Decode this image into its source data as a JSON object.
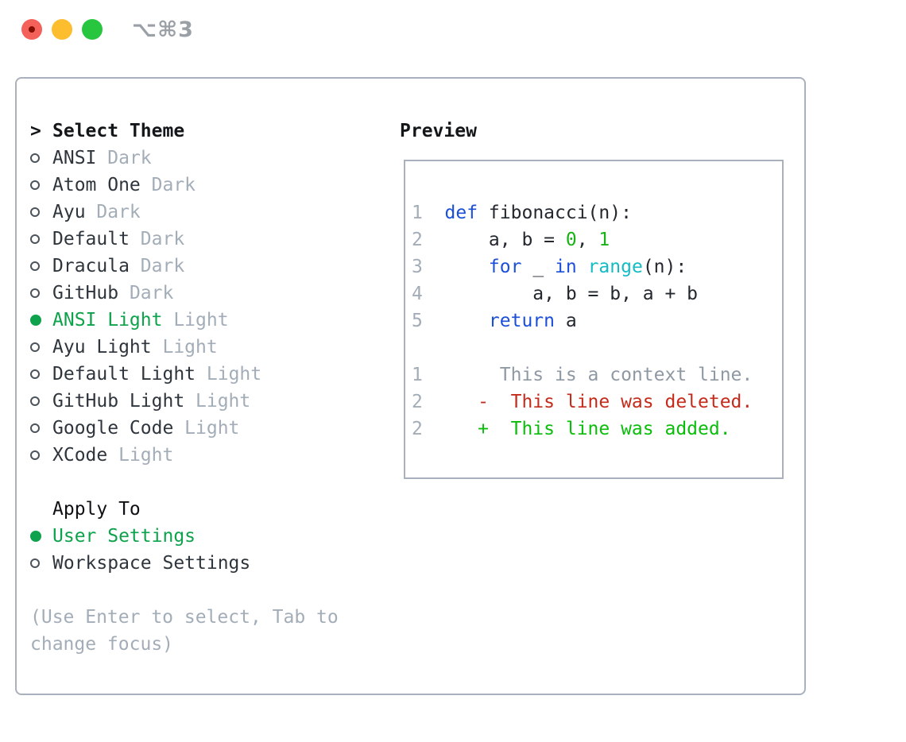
{
  "titlebar": {
    "title": "⌥⌘3"
  },
  "left": {
    "heading_marker": ">",
    "heading": "Select Theme",
    "themes": [
      {
        "name": "ANSI",
        "tag": "Dark",
        "selected": false
      },
      {
        "name": "Atom One",
        "tag": "Dark",
        "selected": false
      },
      {
        "name": "Ayu",
        "tag": "Dark",
        "selected": false
      },
      {
        "name": "Default",
        "tag": "Dark",
        "selected": false
      },
      {
        "name": "Dracula",
        "tag": "Dark",
        "selected": false
      },
      {
        "name": "GitHub",
        "tag": "Dark",
        "selected": false
      },
      {
        "name": "ANSI Light",
        "tag": "Light",
        "selected": true
      },
      {
        "name": "Ayu Light",
        "tag": "Light",
        "selected": false
      },
      {
        "name": "Default Light",
        "tag": "Light",
        "selected": false
      },
      {
        "name": "GitHub Light",
        "tag": "Light",
        "selected": false
      },
      {
        "name": "Google Code",
        "tag": "Light",
        "selected": false
      },
      {
        "name": "XCode",
        "tag": "Light",
        "selected": false
      }
    ],
    "apply_heading": "Apply To",
    "apply_options": [
      {
        "name": "User Settings",
        "selected": true
      },
      {
        "name": "Workspace Settings",
        "selected": false
      }
    ],
    "hint_lines": [
      "(Use Enter to select, Tab to",
      "change focus)"
    ]
  },
  "preview": {
    "heading": "Preview",
    "lines": [
      {
        "num": "1",
        "segments": [
          {
            "t": "def",
            "c": "kw"
          },
          {
            "t": " fibonacci(n):",
            "c": "fg"
          }
        ]
      },
      {
        "num": "2",
        "segments": [
          {
            "t": "    a, b = ",
            "c": "fg"
          },
          {
            "t": "0",
            "c": "lit"
          },
          {
            "t": ", ",
            "c": "fg"
          },
          {
            "t": "1",
            "c": "lit"
          }
        ]
      },
      {
        "num": "3",
        "segments": [
          {
            "t": "    ",
            "c": "fg"
          },
          {
            "t": "for",
            "c": "kw"
          },
          {
            "t": " _ ",
            "c": "fg"
          },
          {
            "t": "in",
            "c": "kw"
          },
          {
            "t": " ",
            "c": "fg"
          },
          {
            "t": "range",
            "c": "bi"
          },
          {
            "t": "(n):",
            "c": "fg"
          }
        ]
      },
      {
        "num": "4",
        "segments": [
          {
            "t": "        a, b = b, a + b",
            "c": "fg"
          }
        ]
      },
      {
        "num": "5",
        "segments": [
          {
            "t": "    ",
            "c": "fg"
          },
          {
            "t": "return",
            "c": "kw"
          },
          {
            "t": " a",
            "c": "fg"
          }
        ]
      },
      {
        "num": "",
        "segments": []
      },
      {
        "num": "1",
        "segments": [
          {
            "t": "     This is a context line.",
            "c": "ctx"
          }
        ]
      },
      {
        "num": "2",
        "segments": [
          {
            "t": "   -  This line was deleted.",
            "c": "del"
          }
        ]
      },
      {
        "num": "2",
        "segments": [
          {
            "t": "   +  This line was added.",
            "c": "add"
          }
        ]
      }
    ]
  },
  "colors": {
    "selected_green": "#0da24b",
    "keyword_blue": "#1c4fd8",
    "builtin_cyan": "#13bcc5",
    "literal_green": "#18b216",
    "context_gray": "#8f99a4",
    "deleted_red": "#c52b1b",
    "added_green": "#0bbd0b",
    "muted_gray": "#a3adb8",
    "traffic_red": "#f4615a",
    "traffic_yellow": "#fcbd2f",
    "traffic_green": "#28c53f"
  }
}
